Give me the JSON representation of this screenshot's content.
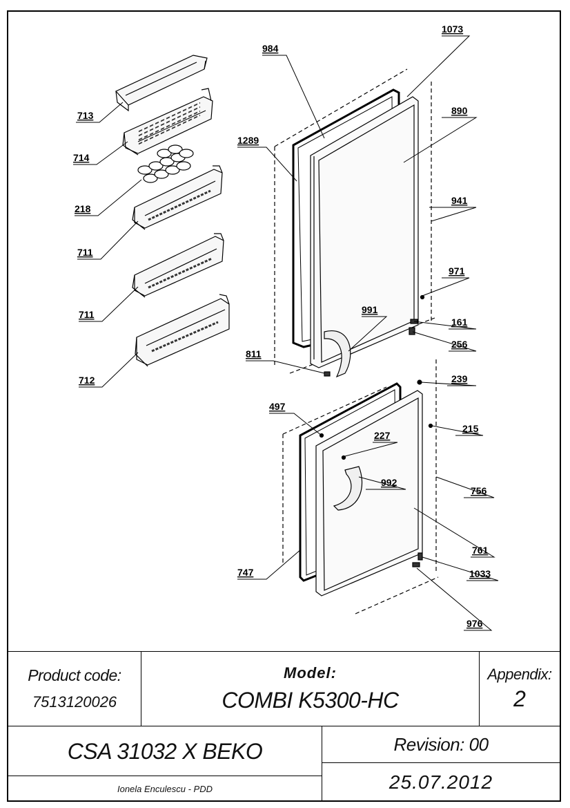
{
  "parts": [
    {
      "id": "713",
      "label": "713"
    },
    {
      "id": "714",
      "label": "714"
    },
    {
      "id": "218",
      "label": "218"
    },
    {
      "id": "711a",
      "label": "711"
    },
    {
      "id": "711b",
      "label": "711"
    },
    {
      "id": "712",
      "label": "712"
    },
    {
      "id": "984",
      "label": "984"
    },
    {
      "id": "1073",
      "label": "1073"
    },
    {
      "id": "890",
      "label": "890"
    },
    {
      "id": "1289",
      "label": "1289"
    },
    {
      "id": "941",
      "label": "941"
    },
    {
      "id": "971",
      "label": "971"
    },
    {
      "id": "991",
      "label": "991"
    },
    {
      "id": "161",
      "label": "161"
    },
    {
      "id": "256",
      "label": "256"
    },
    {
      "id": "811",
      "label": "811"
    },
    {
      "id": "239",
      "label": "239"
    },
    {
      "id": "497",
      "label": "497"
    },
    {
      "id": "227",
      "label": "227"
    },
    {
      "id": "215",
      "label": "215"
    },
    {
      "id": "992",
      "label": "992"
    },
    {
      "id": "756",
      "label": "756"
    },
    {
      "id": "761",
      "label": "761"
    },
    {
      "id": "747",
      "label": "747"
    },
    {
      "id": "1033",
      "label": "1033"
    },
    {
      "id": "976",
      "label": "976"
    }
  ],
  "title_block": {
    "product_code_label": "Product code:",
    "product_code": "7513120026",
    "model_label": "Model:",
    "model": "COMBI K5300-HC",
    "appendix_label": "Appendix:",
    "appendix": "2",
    "product_name": "CSA 31032 X BEKO",
    "revision": "Revision: 00",
    "author": "Ionela Enculescu - PDD",
    "date": "25.07.2012"
  }
}
